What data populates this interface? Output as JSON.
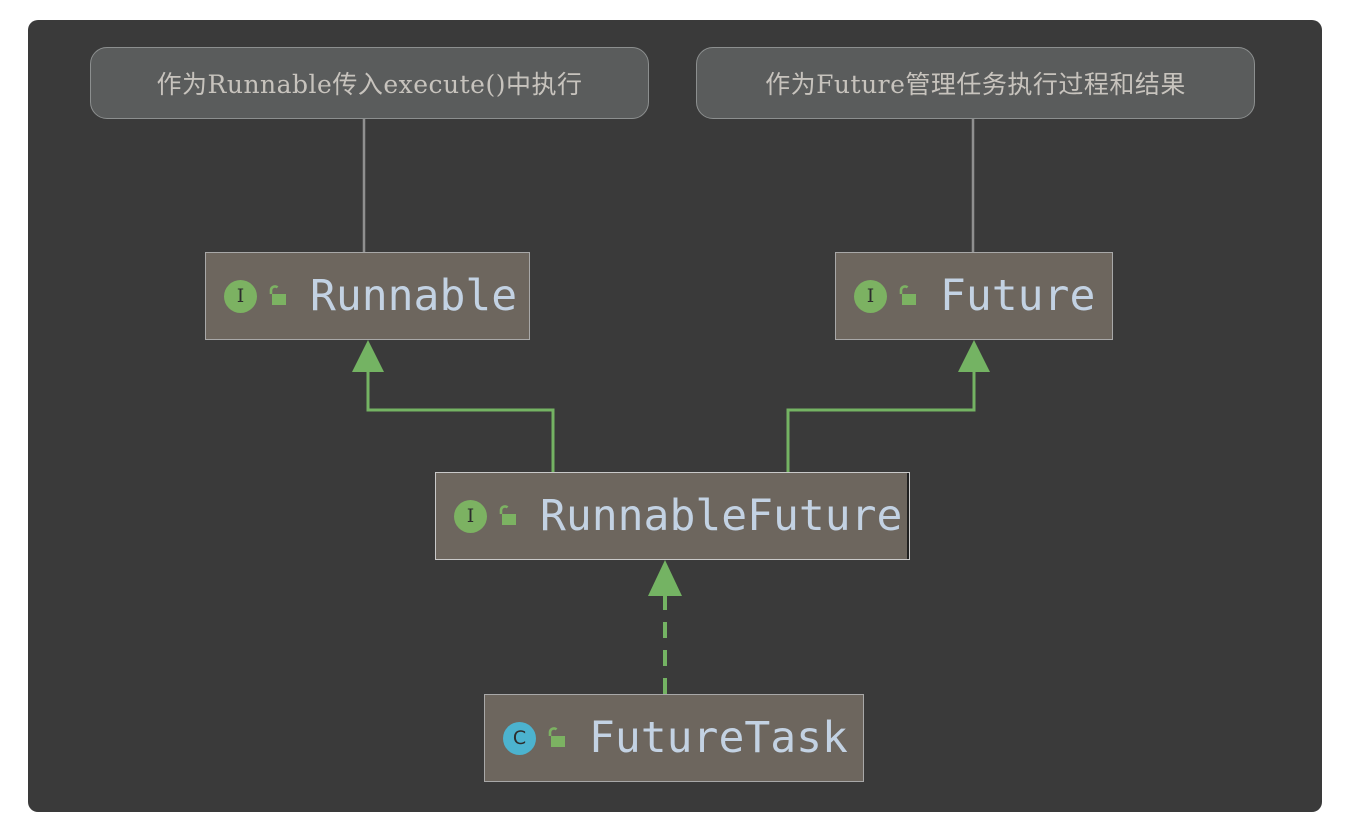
{
  "canvas": {
    "background_color": "#3a3a3a",
    "page_background_color": "#ffffff"
  },
  "palette": {
    "node_fill": "#6d665e",
    "node_border": "#a8a8a8",
    "node_border_selected": "#c9c9c9",
    "node_label_color": "#c3d2e3",
    "note_fill": "#5a5c5c",
    "note_border": "#8c8f8f",
    "note_text_color": "#c7c3bd",
    "interface_badge_color": "#7cb262",
    "class_badge_color": "#4cb3cf",
    "lock_color": "#7cb262",
    "relation_color": "#74b363",
    "note_anchor_color": "#8f8f8f"
  },
  "notes": [
    {
      "id": "note-runnable",
      "text": "作为Runnable传入execute()中执行",
      "anchored_to": "Runnable"
    },
    {
      "id": "note-future",
      "text": "作为Future管理任务执行过程和结果",
      "anchored_to": "Future"
    }
  ],
  "nodes": [
    {
      "id": "node-runnable",
      "name": "Runnable",
      "stereotype": "interface",
      "badge_letter": "I",
      "visibility": "public",
      "visibility_icon": "unlocked-padlock-icon",
      "selected": false
    },
    {
      "id": "node-future",
      "name": "Future",
      "stereotype": "interface",
      "badge_letter": "I",
      "visibility": "public",
      "visibility_icon": "unlocked-padlock-icon",
      "selected": false
    },
    {
      "id": "node-runnablefuture",
      "name": "RunnableFuture",
      "stereotype": "interface",
      "badge_letter": "I",
      "visibility": "public",
      "visibility_icon": "unlocked-padlock-icon",
      "selected": true
    },
    {
      "id": "node-futuretask",
      "name": "FutureTask",
      "stereotype": "class",
      "badge_letter": "C",
      "visibility": "public",
      "visibility_icon": "unlocked-padlock-icon",
      "selected": false
    }
  ],
  "relations": [
    {
      "id": "edge-runnablefuture-runnable",
      "from": "RunnableFuture",
      "to": "Runnable",
      "type": "generalization",
      "line_style": "solid",
      "arrowhead": "filled-triangle"
    },
    {
      "id": "edge-runnablefuture-future",
      "from": "RunnableFuture",
      "to": "Future",
      "type": "generalization",
      "line_style": "solid",
      "arrowhead": "filled-triangle"
    },
    {
      "id": "edge-futuretask-runnablefuture",
      "from": "FutureTask",
      "to": "RunnableFuture",
      "type": "realization",
      "line_style": "dashed",
      "arrowhead": "filled-triangle"
    },
    {
      "id": "edge-note-runnable",
      "from": "note-runnable",
      "to": "Runnable",
      "type": "note-anchor",
      "line_style": "solid",
      "arrowhead": "none"
    },
    {
      "id": "edge-note-future",
      "from": "note-future",
      "to": "Future",
      "type": "note-anchor",
      "line_style": "solid",
      "arrowhead": "none"
    }
  ]
}
